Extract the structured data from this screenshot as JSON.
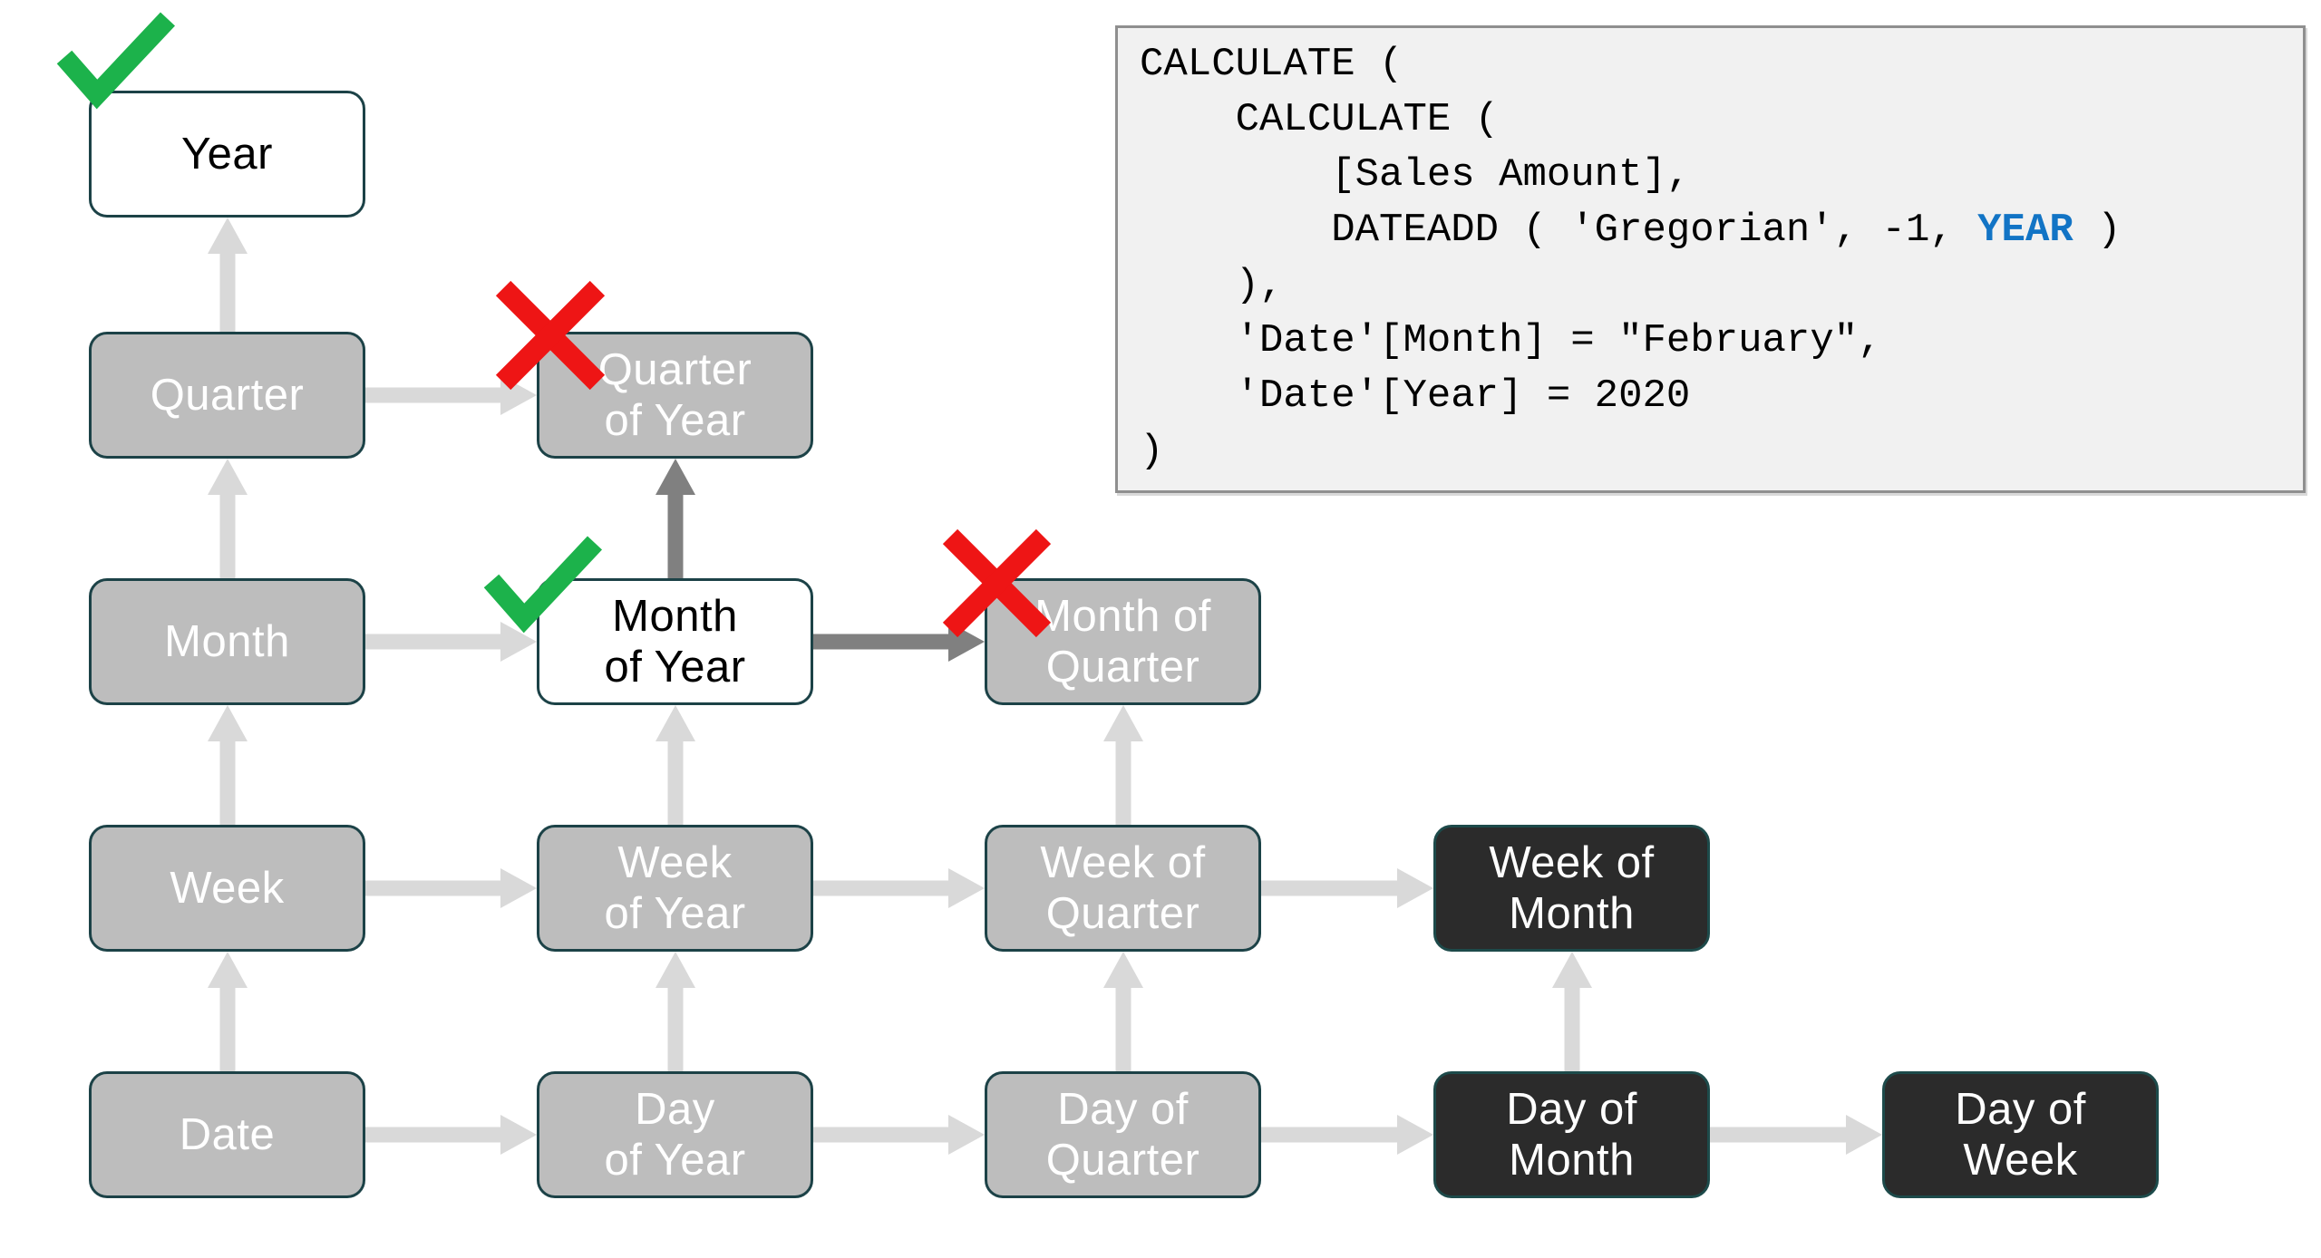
{
  "colors": {
    "slide_bg": "#ffffff",
    "box_border": "#1c4247",
    "box_gray_fill": "#bdbdbd",
    "box_gray_text": "#ffffff",
    "box_white_fill": "#ffffff",
    "box_white_text": "#000000",
    "box_dark_fill": "#2b2b2b",
    "box_dark_text": "#ffffff",
    "box_dark_border": "#1d4a4a",
    "arrow_light": "#d9d9d9",
    "arrow_dark": "#808080",
    "check_green": "#1cb24b",
    "cross_red": "#ee1515",
    "code_bg": "#f1f1f1",
    "code_border": "#8f8f8f",
    "code_text": "#000000",
    "code_keyword_blue": "#1274c5"
  },
  "diagram": {
    "boxes": [
      {
        "id": "year",
        "col": 1,
        "row": 1,
        "lines": [
          "Year"
        ],
        "variant": "white",
        "mark": "check"
      },
      {
        "id": "quarter",
        "col": 1,
        "row": 2,
        "lines": [
          "Quarter"
        ],
        "variant": "gray",
        "mark": null
      },
      {
        "id": "month",
        "col": 1,
        "row": 3,
        "lines": [
          "Month"
        ],
        "variant": "gray",
        "mark": null
      },
      {
        "id": "week",
        "col": 1,
        "row": 4,
        "lines": [
          "Week"
        ],
        "variant": "gray",
        "mark": null
      },
      {
        "id": "date",
        "col": 1,
        "row": 5,
        "lines": [
          "Date"
        ],
        "variant": "gray",
        "mark": null
      },
      {
        "id": "quarter-of-year",
        "col": 2,
        "row": 2,
        "lines": [
          "Quarter",
          "of Year"
        ],
        "variant": "gray",
        "mark": "cross"
      },
      {
        "id": "month-of-year",
        "col": 2,
        "row": 3,
        "lines": [
          "Month",
          "of Year"
        ],
        "variant": "white",
        "mark": "check"
      },
      {
        "id": "week-of-year",
        "col": 2,
        "row": 4,
        "lines": [
          "Week",
          "of Year"
        ],
        "variant": "gray",
        "mark": null
      },
      {
        "id": "day-of-year",
        "col": 2,
        "row": 5,
        "lines": [
          "Day",
          "of Year"
        ],
        "variant": "gray",
        "mark": null
      },
      {
        "id": "month-of-quarter",
        "col": 3,
        "row": 3,
        "lines": [
          "Month of",
          "Quarter"
        ],
        "variant": "gray",
        "mark": "cross"
      },
      {
        "id": "week-of-quarter",
        "col": 3,
        "row": 4,
        "lines": [
          "Week of",
          "Quarter"
        ],
        "variant": "gray",
        "mark": null
      },
      {
        "id": "day-of-quarter",
        "col": 3,
        "row": 5,
        "lines": [
          "Day of",
          "Quarter"
        ],
        "variant": "gray",
        "mark": null
      },
      {
        "id": "week-of-month",
        "col": 4,
        "row": 4,
        "lines": [
          "Week of",
          "Month"
        ],
        "variant": "dark",
        "mark": null
      },
      {
        "id": "day-of-month",
        "col": 4,
        "row": 5,
        "lines": [
          "Day of",
          "Month"
        ],
        "variant": "dark",
        "mark": null
      },
      {
        "id": "day-of-week",
        "col": 5,
        "row": 5,
        "lines": [
          "Day of",
          "Week"
        ],
        "variant": "dark",
        "mark": null
      }
    ],
    "arrows": [
      {
        "from": "quarter",
        "to": "year",
        "dir": "up",
        "tone": "light"
      },
      {
        "from": "month",
        "to": "quarter",
        "dir": "up",
        "tone": "light"
      },
      {
        "from": "week",
        "to": "month",
        "dir": "up",
        "tone": "light"
      },
      {
        "from": "date",
        "to": "week",
        "dir": "up",
        "tone": "light"
      },
      {
        "from": "month-of-year",
        "to": "quarter-of-year",
        "dir": "up",
        "tone": "dark"
      },
      {
        "from": "week-of-year",
        "to": "month-of-year",
        "dir": "up",
        "tone": "light"
      },
      {
        "from": "day-of-year",
        "to": "week-of-year",
        "dir": "up",
        "tone": "light"
      },
      {
        "from": "week-of-quarter",
        "to": "month-of-quarter",
        "dir": "up",
        "tone": "light"
      },
      {
        "from": "day-of-quarter",
        "to": "week-of-quarter",
        "dir": "up",
        "tone": "light"
      },
      {
        "from": "day-of-month",
        "to": "week-of-month",
        "dir": "up",
        "tone": "light"
      },
      {
        "from": "quarter",
        "to": "quarter-of-year",
        "dir": "right",
        "tone": "light"
      },
      {
        "from": "month",
        "to": "month-of-year",
        "dir": "right",
        "tone": "light"
      },
      {
        "from": "week",
        "to": "week-of-year",
        "dir": "right",
        "tone": "light"
      },
      {
        "from": "date",
        "to": "day-of-year",
        "dir": "right",
        "tone": "light"
      },
      {
        "from": "month-of-year",
        "to": "month-of-quarter",
        "dir": "right",
        "tone": "dark"
      },
      {
        "from": "week-of-year",
        "to": "week-of-quarter",
        "dir": "right",
        "tone": "light"
      },
      {
        "from": "day-of-year",
        "to": "day-of-quarter",
        "dir": "right",
        "tone": "light"
      },
      {
        "from": "week-of-quarter",
        "to": "week-of-month",
        "dir": "right",
        "tone": "light"
      },
      {
        "from": "day-of-quarter",
        "to": "day-of-month",
        "dir": "right",
        "tone": "light"
      },
      {
        "from": "day-of-month",
        "to": "day-of-week",
        "dir": "right",
        "tone": "light"
      }
    ]
  },
  "code_panel": {
    "language": "DAX",
    "lines": [
      [
        {
          "text": "CALCULATE ("
        }
      ],
      [
        {
          "text": "    CALCULATE ("
        }
      ],
      [
        {
          "text": "        [Sales Amount],"
        }
      ],
      [
        {
          "text": "        DATEADD ( 'Gregorian', -1, "
        },
        {
          "text": "YEAR",
          "style": "keyword"
        },
        {
          "text": " )"
        }
      ],
      [
        {
          "text": "    ),"
        }
      ],
      [
        {
          "text": "    'Date'[Month] = \"February\","
        }
      ],
      [
        {
          "text": "    'Date'[Year] = 2020"
        }
      ],
      [
        {
          "text": ")"
        }
      ]
    ]
  }
}
